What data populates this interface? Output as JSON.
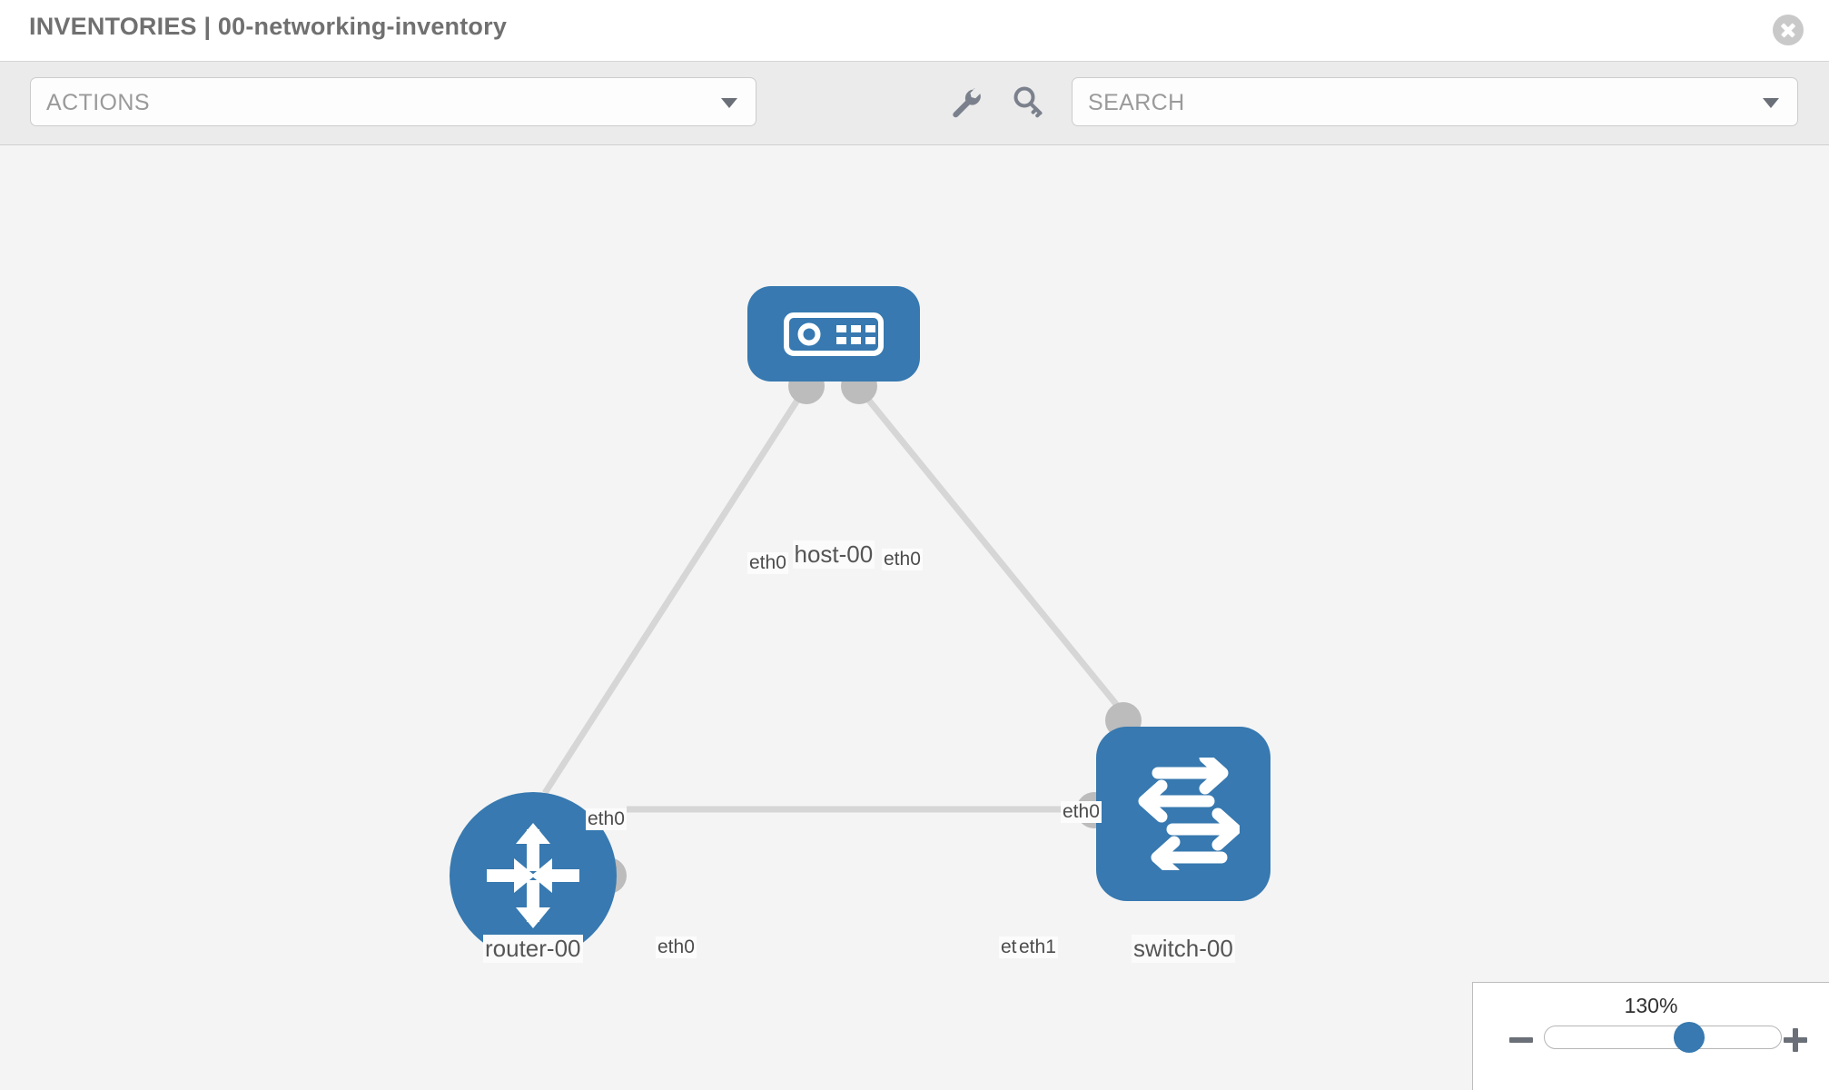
{
  "window": {
    "title": "INVENTORIES | 00-networking-inventory",
    "close_icon": "close-icon"
  },
  "toolbar": {
    "actions_label": "ACTIONS",
    "actions_caret_icon": "chevron-down-icon",
    "wrench_icon": "wrench-icon",
    "key_icon": "key-icon",
    "search_placeholder": "SEARCH",
    "search_caret_icon": "chevron-down-icon"
  },
  "topology": {
    "accent_color": "#3779b0",
    "port_color": "#bcbcbc",
    "link_color": "#d5d5d5",
    "canvas_background": "#f4f4f4",
    "nodes": [
      {
        "id": "host-00",
        "label": "host-00",
        "type": "host",
        "icon": "server-device-icon",
        "shape": "rounded-rect"
      },
      {
        "id": "router-00",
        "label": "router-00",
        "type": "router",
        "icon": "four-arrows-inward-icon",
        "shape": "circle"
      },
      {
        "id": "switch-00",
        "label": "switch-00",
        "type": "switch",
        "icon": "bidirectional-arrows-icon",
        "shape": "rounded-square"
      }
    ],
    "links": [
      {
        "from": "host-00",
        "from_port": "eth0",
        "to": "router-00",
        "to_port": "eth0"
      },
      {
        "from": "host-00",
        "from_port": "eth0",
        "to": "switch-00",
        "to_port": "eth0"
      },
      {
        "from": "router-00",
        "from_port": "eth0",
        "to": "switch-00",
        "to_port": "eth1"
      }
    ],
    "edge_labels": {
      "host_left": "eth0",
      "host_right": "eth0",
      "router_up": "eth0",
      "switch_up": "eth0",
      "router_right": "eth0",
      "switch_left_behind": "eth0",
      "switch_left_front": "eth1"
    }
  },
  "zoom_control": {
    "value": "130%",
    "minus_icon": "minus-icon",
    "plus_icon": "plus-icon",
    "thumb_position_percent": 61
  }
}
